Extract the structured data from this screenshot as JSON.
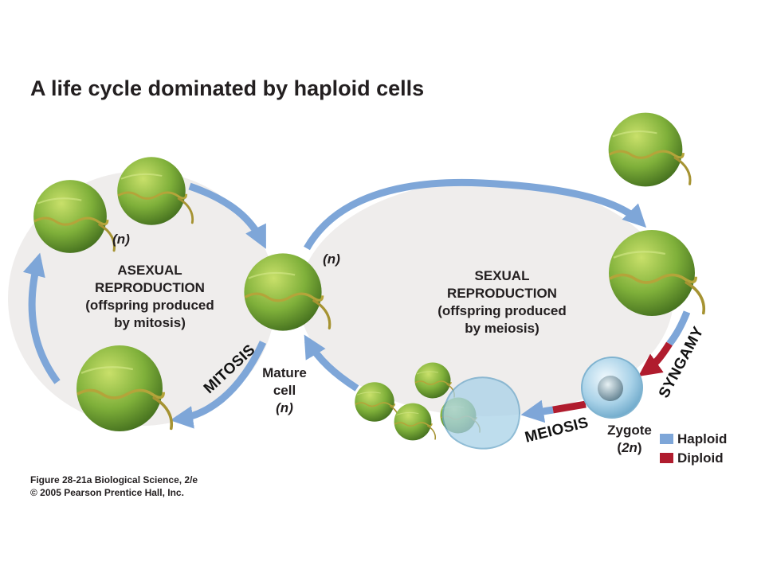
{
  "title": "A life cycle dominated by haploid cells",
  "asexual": {
    "label_line1": "ASEXUAL",
    "label_line2": "REPRODUCTION",
    "label_line3": "(offspring produced",
    "label_line4": "by mitosis)",
    "ploidy": "n",
    "process": "MITOSIS"
  },
  "mature_cell": {
    "line1": "Mature",
    "line2": "cell",
    "ploidy": "n",
    "ploidy_top": "n"
  },
  "sexual": {
    "label_line1": "SEXUAL",
    "label_line2": "REPRODUCTION",
    "label_line3": "(offspring produced",
    "label_line4": "by meiosis)",
    "fusion": "SYNGAMY",
    "division": "MEIOSIS"
  },
  "zygote": {
    "label": "Zygote",
    "ploidy": "2n"
  },
  "legend": {
    "haploid": "Haploid",
    "diploid": "Diploid",
    "haploid_color": "#7ea6d8",
    "diploid_color": "#b01c2e"
  },
  "credit": {
    "line1": "Figure 28-21a  Biological Science, 2/e",
    "line2": "© 2005 Pearson Prentice Hall, Inc."
  }
}
